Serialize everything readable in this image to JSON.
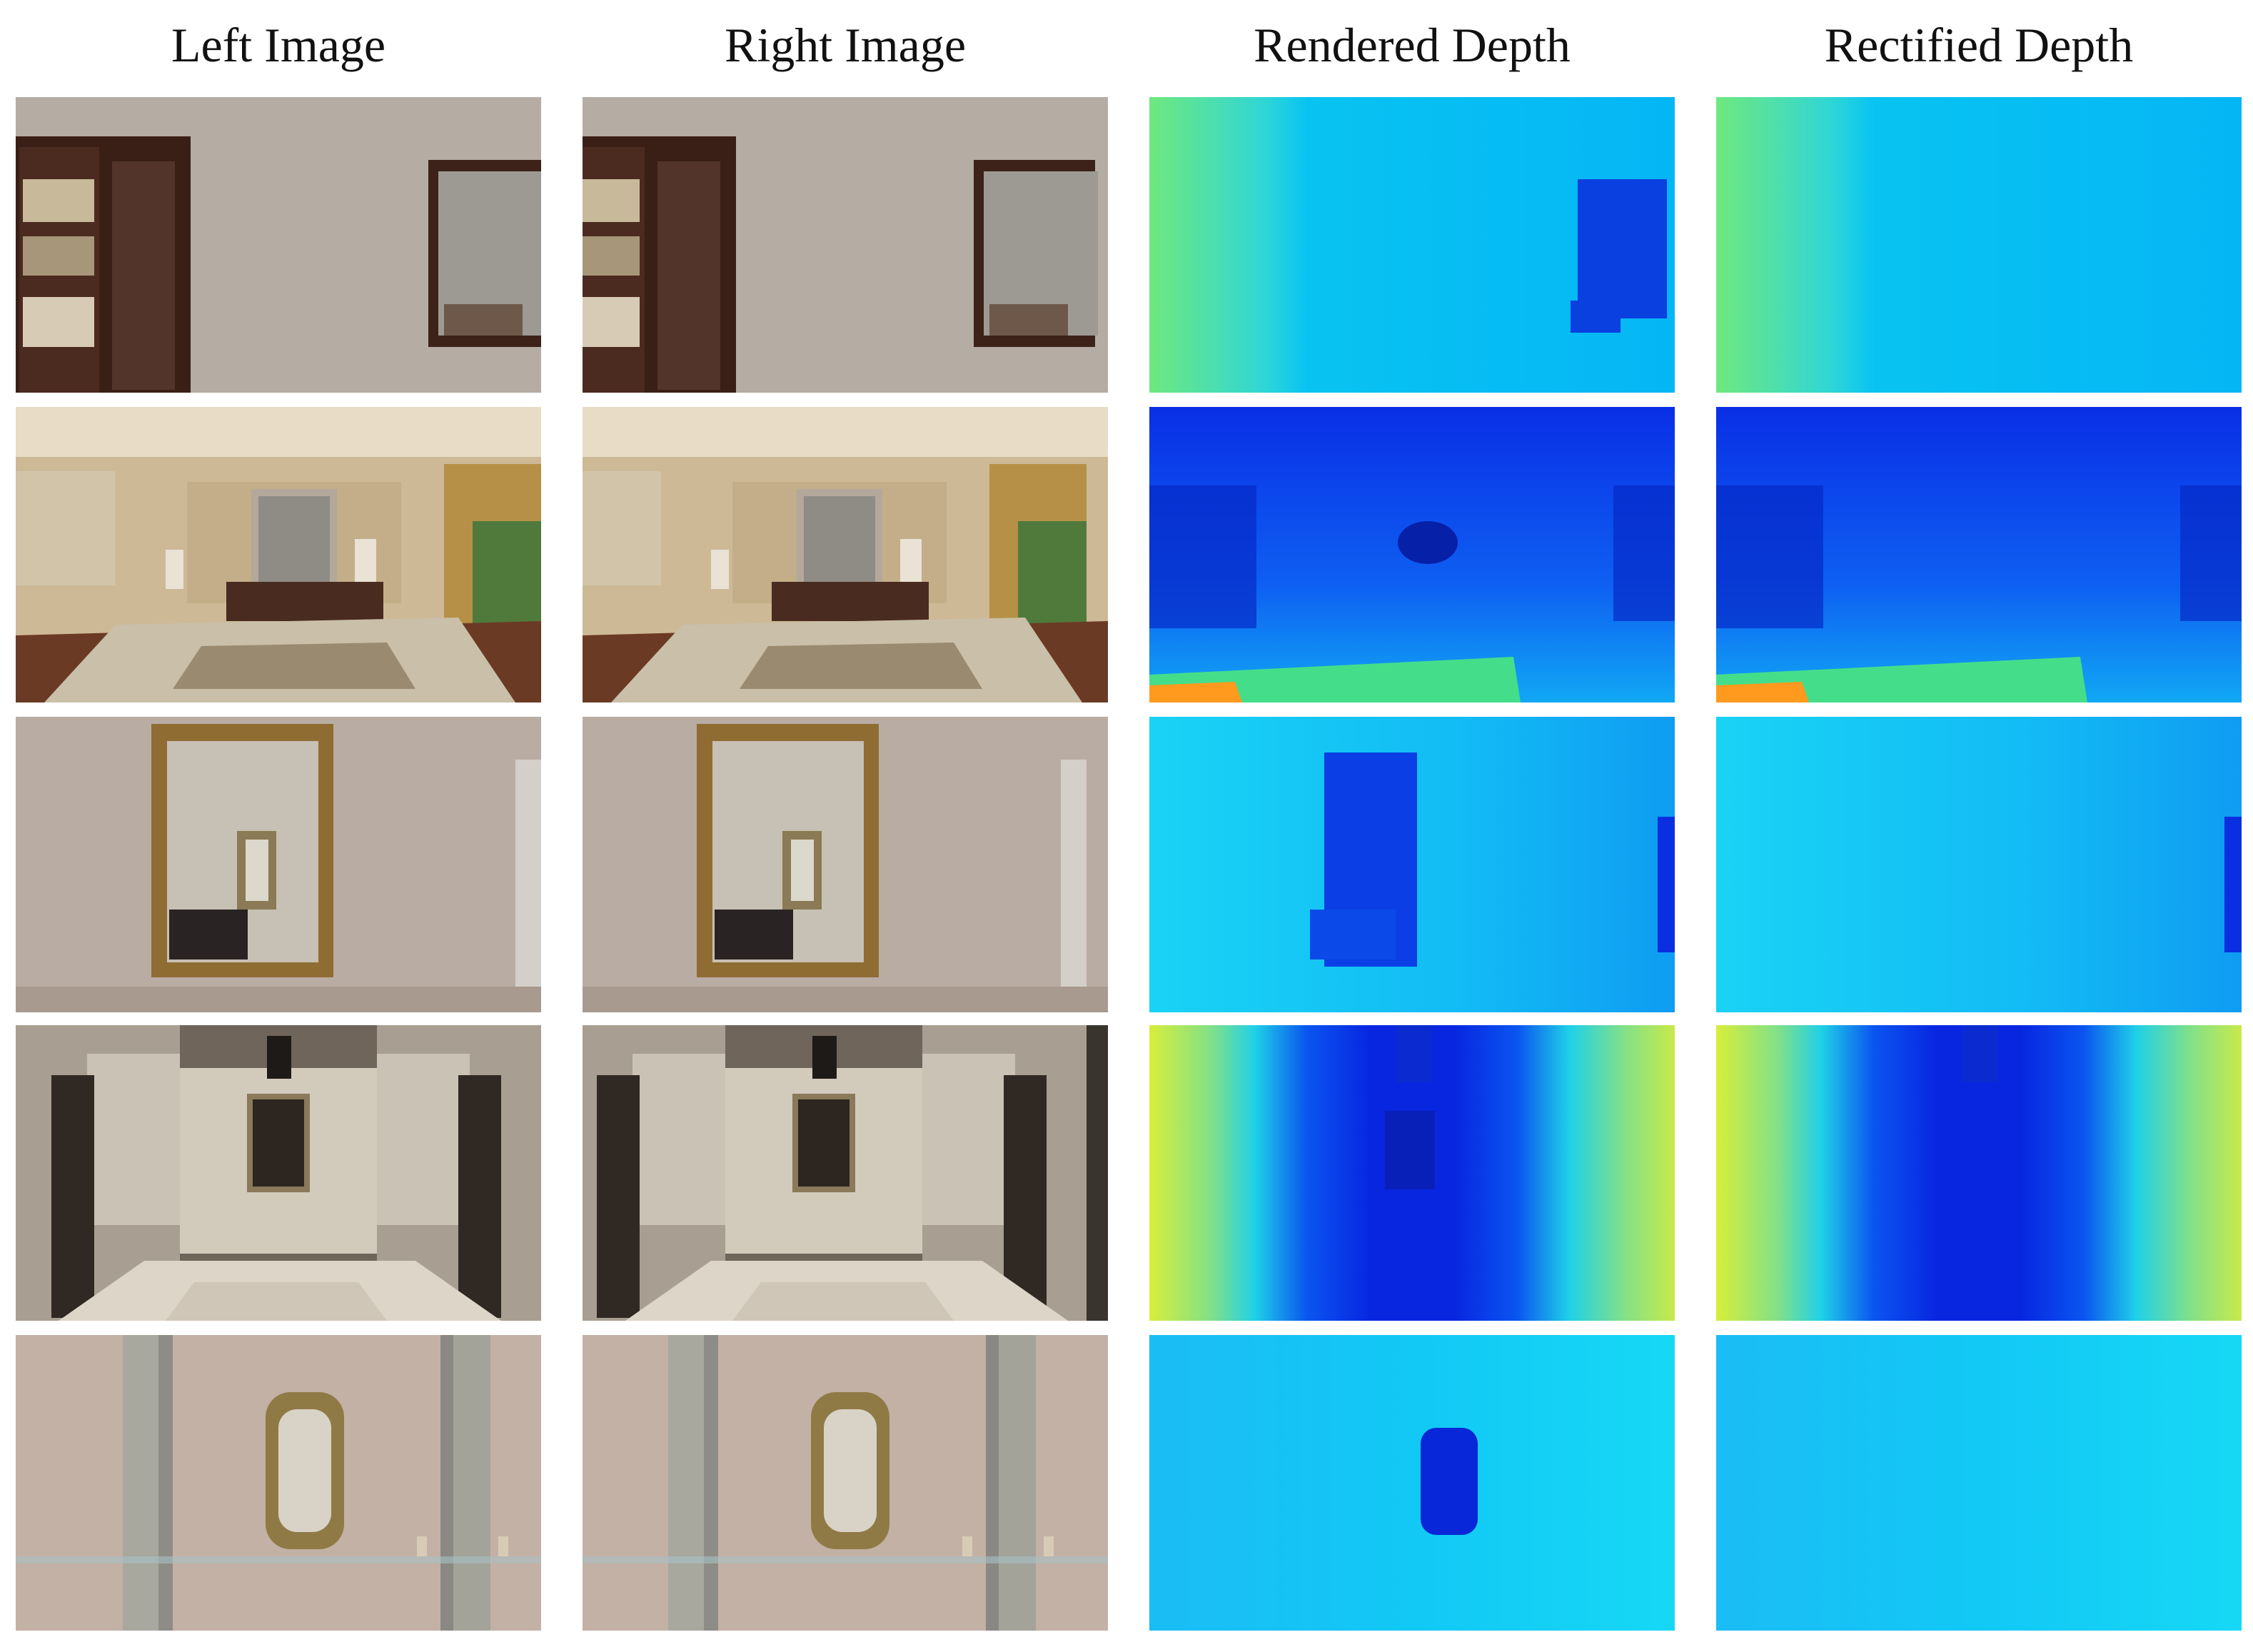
{
  "figure": {
    "columns": [
      "Left Image",
      "Right Image",
      "Rendered Depth",
      "Rectified Depth"
    ],
    "rows": [
      {
        "scene": "living room wall with bookcase and wall mirror"
      },
      {
        "scene": "ornate salon with mirror, console and rug"
      },
      {
        "scene": "plain wall with large gilded mirror"
      },
      {
        "scene": "marble corridor with lantern and mirror"
      },
      {
        "scene": "pink wall with rococo mirror between pilasters"
      }
    ]
  }
}
